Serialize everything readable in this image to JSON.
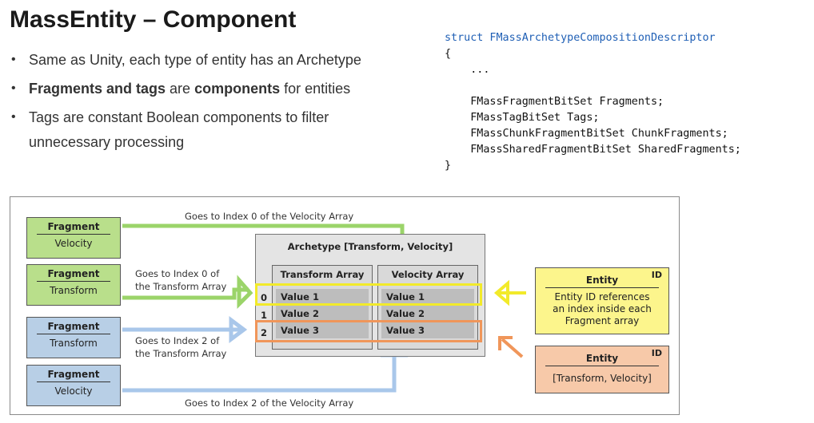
{
  "title": "MassEntity – Component",
  "bullets": [
    {
      "text_plain": "Same as Unity, each type of entity has an Archetype"
    },
    {
      "bold1": "Fragments and tags",
      "mid": " are ",
      "bold2": "components",
      "tail": " for entities"
    },
    {
      "line1": "Tags are constant Boolean components to filter",
      "line2": "unnecessary processing"
    }
  ],
  "code": {
    "kw": "struct",
    "name": " FMassArchetypeCompositionDescriptor",
    "open": "{",
    "ellipsis": "    ...",
    "l1": "    FMassFragmentBitSet Fragments;",
    "l2": "    FMassTagBitSet Tags;",
    "l3": "    FMassChunkFragmentBitSet ChunkFragments;",
    "l4": "    FMassSharedFragmentBitSet SharedFragments;",
    "close": "}"
  },
  "diagram": {
    "fragments": [
      {
        "head": "Fragment",
        "sub": "Velocity",
        "color": "#b9df8b"
      },
      {
        "head": "Fragment",
        "sub": "Transform",
        "color": "#b9df8b"
      },
      {
        "head": "Fragment",
        "sub": "Transform",
        "color": "#b8cfe6"
      },
      {
        "head": "Fragment",
        "sub": "Velocity",
        "color": "#b8cfe6"
      }
    ],
    "labels": {
      "top": "Goes to Index 0 of the Velocity Array",
      "mid1_a": "Goes to Index 0 of",
      "mid1_b": "the Transform Array",
      "mid2_a": "Goes to Index 2 of",
      "mid2_b": "the Transform Array",
      "bottom": "Goes to Index 2 of the Velocity Array"
    },
    "archetype": {
      "title": "Archetype [Transform, Velocity]",
      "transform_header": "Transform Array",
      "velocity_header": "Velocity Array",
      "indices": [
        "0",
        "1",
        "2"
      ],
      "transform_values": [
        "Value 1",
        "Value 2",
        "Value 3"
      ],
      "velocity_values": [
        "Value 1",
        "Value 2",
        "Value 3"
      ]
    },
    "entity1": {
      "head": "Entity",
      "id": "ID",
      "desc1": "Entity ID references",
      "desc2": "an index inside each",
      "desc3": "Fragment array"
    },
    "entity2": {
      "head": "Entity",
      "id": "ID",
      "desc": "[Transform, Velocity]"
    },
    "colors": {
      "green": "#9bd46a",
      "blue": "#a9c7ea",
      "yellow": "#f2ea2a",
      "orange": "#f0965a"
    }
  }
}
